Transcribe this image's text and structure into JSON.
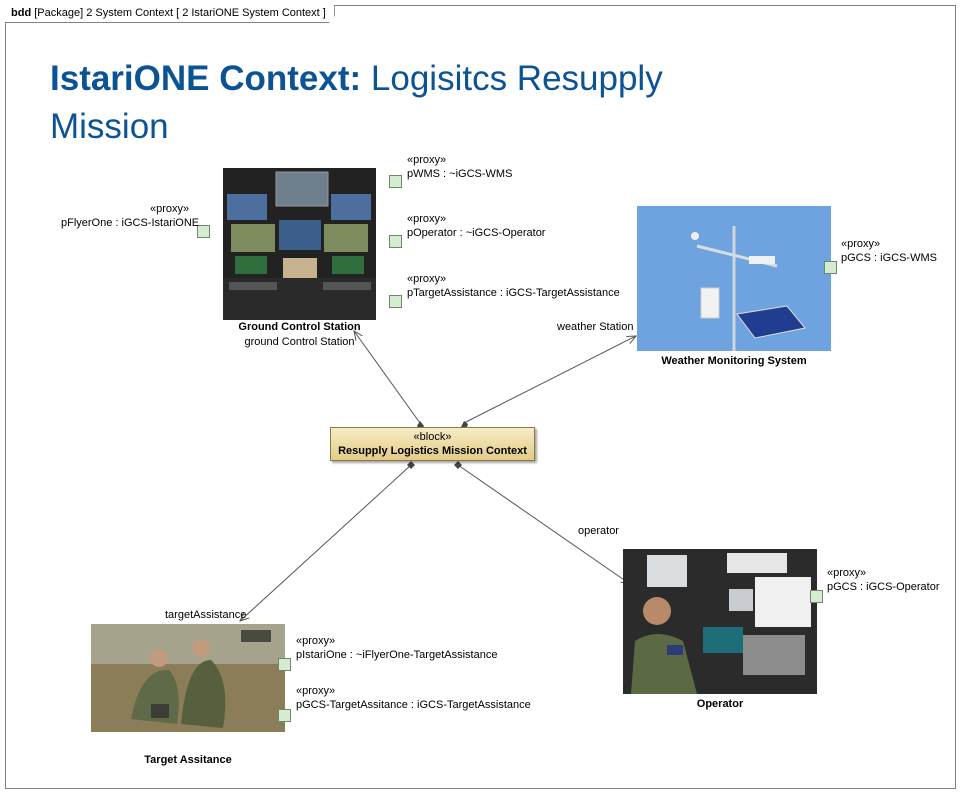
{
  "frame": {
    "kind": "bdd",
    "header": "[Package] 2 System Context [ 2 IstariONE System Context ]"
  },
  "title": {
    "bold": "IstariONE Context:",
    "rest": "Logisitcs Resupply Mission"
  },
  "block": {
    "stereotype": "«block»",
    "name": "Resupply Logistics Mission Context"
  },
  "parts": {
    "gcs": {
      "name": "Ground Control Station",
      "role": "ground Control Station"
    },
    "wms": {
      "name": "Weather Monitoring System",
      "role": "weather Station"
    },
    "operator": {
      "name": "Operator",
      "role": "operator"
    },
    "target": {
      "name": "Target Assitance",
      "role": "targetAssistance"
    }
  },
  "ports": {
    "gcs_flyer": {
      "stereotype": "«proxy»",
      "label": "pFlyerOne : iGCS-IstariONE"
    },
    "gcs_wms": {
      "stereotype": "«proxy»",
      "label": "pWMS : ~iGCS-WMS"
    },
    "gcs_operator": {
      "stereotype": "«proxy»",
      "label": "pOperator : ~iGCS-Operator"
    },
    "gcs_target": {
      "stereotype": "«proxy»",
      "label": "pTargetAssistance : iGCS-TargetAssistance"
    },
    "wms_gcs": {
      "stereotype": "«proxy»",
      "label": "pGCS : iGCS-WMS"
    },
    "op_gcs": {
      "stereotype": "«proxy»",
      "label": "pGCS : iGCS-Operator"
    },
    "ta_istari": {
      "stereotype": "«proxy»",
      "label": "pIstariOne : ~iFlyerOne-TargetAssistance"
    },
    "ta_gcs": {
      "stereotype": "«proxy»",
      "label": "pGCS-TargetAssitance : iGCS-TargetAssistance"
    }
  },
  "colors": {
    "title": "#0b5394",
    "block_fill": "#ecd9a0",
    "port_fill": "#d6ecd2",
    "wms_sky": "#6fa3df"
  },
  "icons": [
    "composition-diamond",
    "navigable-arrowhead",
    "proxy-port-square"
  ]
}
